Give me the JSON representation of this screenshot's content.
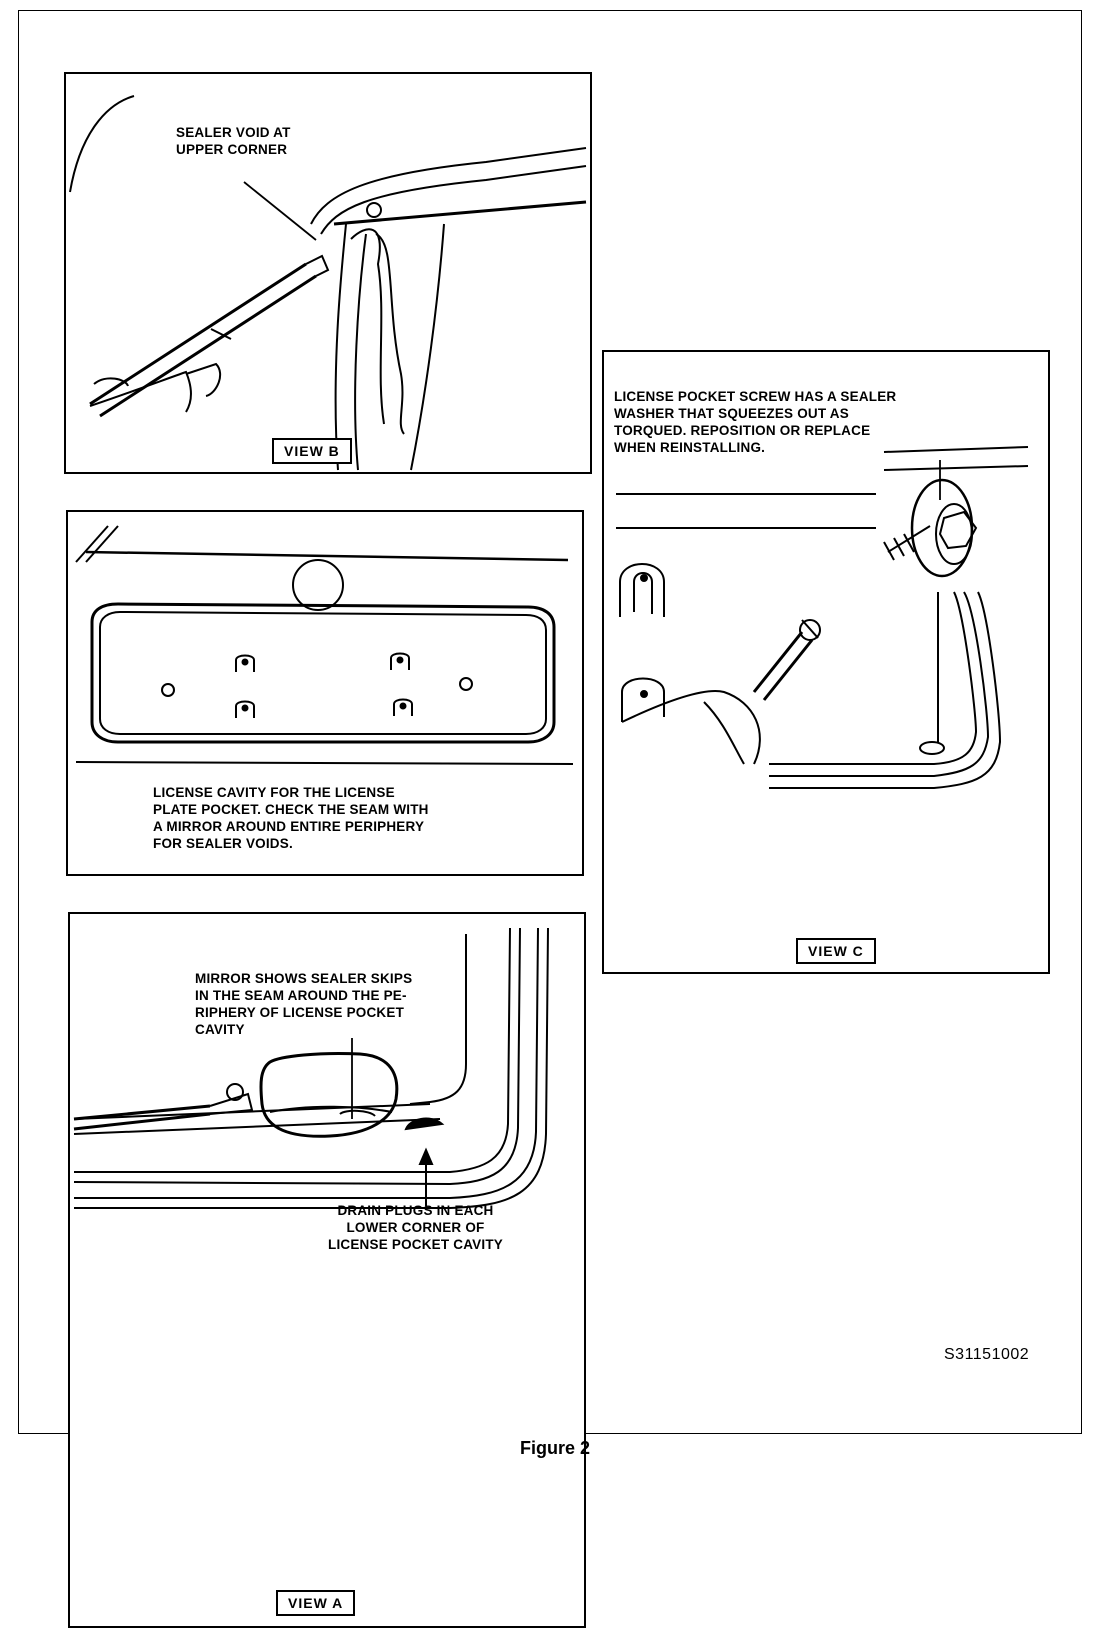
{
  "view_b": {
    "callout": "SEALER VOID AT\nUPPER CORNER",
    "label": "VIEW B"
  },
  "license_cavity": {
    "callout": "LICENSE CAVITY FOR THE LICENSE\nPLATE POCKET.  CHECK THE SEAM WITH\nA MIRROR AROUND ENTIRE PERIPHERY\nFOR SEALER VOIDS."
  },
  "view_a": {
    "callout_top": "MIRROR SHOWS SEALER SKIPS\nIN THE SEAM AROUND THE PE-\nRIPHERY OF LICENSE POCKET\nCAVITY",
    "callout_bottom": "DRAIN PLUGS IN EACH\nLOWER CORNER OF\nLICENSE POCKET CAVITY",
    "label": "VIEW A"
  },
  "view_c": {
    "callout": "LICENSE POCKET SCREW HAS A SEALER\nWASHER THAT SQUEEZES OUT AS\nTORQUED.  REPOSITION OR REPLACE\nWHEN REINSTALLING.",
    "label": "VIEW C"
  },
  "figure_id": "S31151002",
  "caption": "Figure 2"
}
